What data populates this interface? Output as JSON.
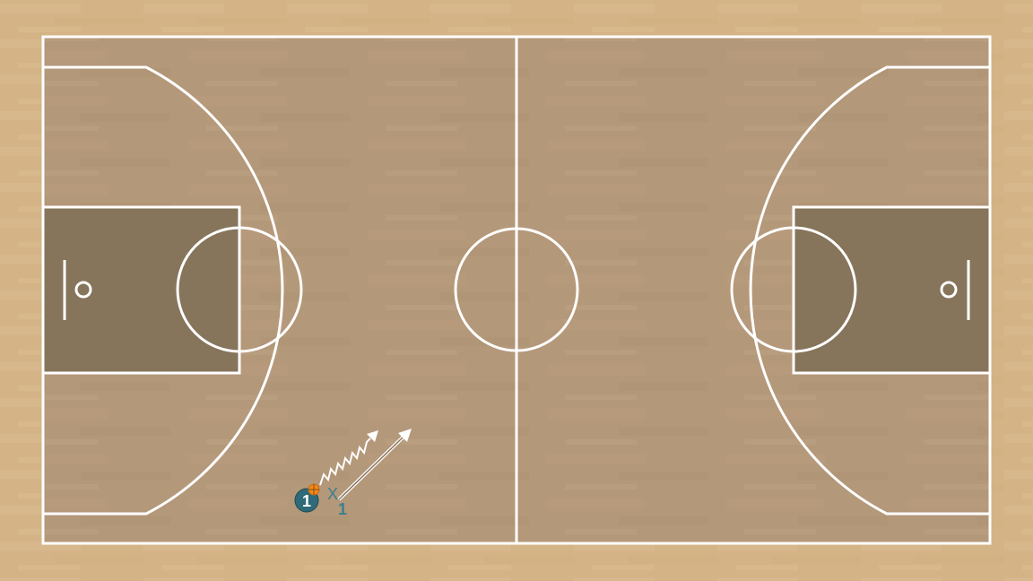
{
  "colors": {
    "surround": "#d6b68a",
    "court_floor": "#b4987a",
    "paint": "#86745b",
    "court_lines": "#ffffff",
    "player_fill": "#2f6a78",
    "defender_mark": "#3b7f8c",
    "ball": "#f08a1c"
  },
  "players": {
    "offense": {
      "label": "1",
      "has_ball": true
    },
    "defense": {
      "label": "1",
      "symbol": "X"
    }
  },
  "actions": [
    {
      "type": "dribble",
      "icon": "zigzag-arrow"
    },
    {
      "type": "cut",
      "icon": "straight-arrow"
    }
  ]
}
